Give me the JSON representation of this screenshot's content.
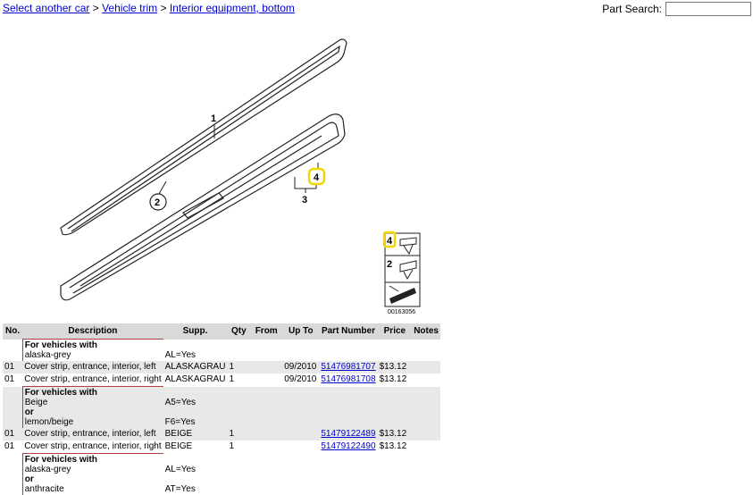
{
  "breadcrumb": [
    {
      "label": "Select another car"
    },
    {
      "label": "Vehicle trim"
    },
    {
      "label": "Interior equipment, bottom"
    }
  ],
  "breadcrumb_sep": ">",
  "search": {
    "label": "Part Search:",
    "value": ""
  },
  "diagram": {
    "callouts": [
      "1",
      "2",
      "3",
      "4"
    ],
    "legend_numbers": [
      "4",
      "2"
    ],
    "image_id": "00163056"
  },
  "table": {
    "headers": [
      "No.",
      "Description",
      "Supp.",
      "Qty",
      "From",
      "Up To",
      "Part Number",
      "Price",
      "Notes"
    ],
    "groups": [
      {
        "conditions": [
          {
            "text": "For vehicles with",
            "bold": true,
            "supp": ""
          },
          {
            "text": "alaska-grey",
            "bold": false,
            "supp": "AL=Yes"
          }
        ],
        "rows": [
          {
            "no": "01",
            "desc": "Cover strip, entrance, interior, left",
            "supp": "ALASKAGRAU",
            "qty": "1",
            "from": "",
            "upto": "09/2010",
            "part": "51476981707",
            "price": "$13.12",
            "notes": ""
          },
          {
            "no": "01",
            "desc": "Cover strip, entrance, interior, right",
            "supp": "ALASKAGRAU",
            "qty": "1",
            "from": "",
            "upto": "09/2010",
            "part": "51476981708",
            "price": "$13.12",
            "notes": ""
          }
        ]
      },
      {
        "conditions": [
          {
            "text": "For vehicles with",
            "bold": true,
            "supp": ""
          },
          {
            "text": "Beige",
            "bold": false,
            "supp": "A5=Yes"
          },
          {
            "text": "or",
            "bold": true,
            "supp": ""
          },
          {
            "text": "lemon/beige",
            "bold": false,
            "supp": "F6=Yes"
          }
        ],
        "rows": [
          {
            "no": "01",
            "desc": "Cover strip, entrance, interior, left",
            "supp": "BEIGE",
            "qty": "1",
            "from": "",
            "upto": "",
            "part": "51479122489",
            "price": "$13.12",
            "notes": ""
          },
          {
            "no": "01",
            "desc": "Cover strip, entrance, interior, right",
            "supp": "BEIGE",
            "qty": "1",
            "from": "",
            "upto": "",
            "part": "51479122490",
            "price": "$13.12",
            "notes": ""
          }
        ]
      },
      {
        "conditions": [
          {
            "text": "For vehicles with",
            "bold": true,
            "supp": ""
          },
          {
            "text": "alaska-grey",
            "bold": false,
            "supp": "AL=Yes"
          },
          {
            "text": "or",
            "bold": true,
            "supp": ""
          },
          {
            "text": "anthracite",
            "bold": false,
            "supp": "AT=Yes"
          }
        ],
        "rows": []
      }
    ]
  },
  "colors": {
    "link": "#0000cc",
    "header_bg": "#d9d9d9",
    "row_alt": "#e8e8e8",
    "highlight": "#f2d600"
  }
}
